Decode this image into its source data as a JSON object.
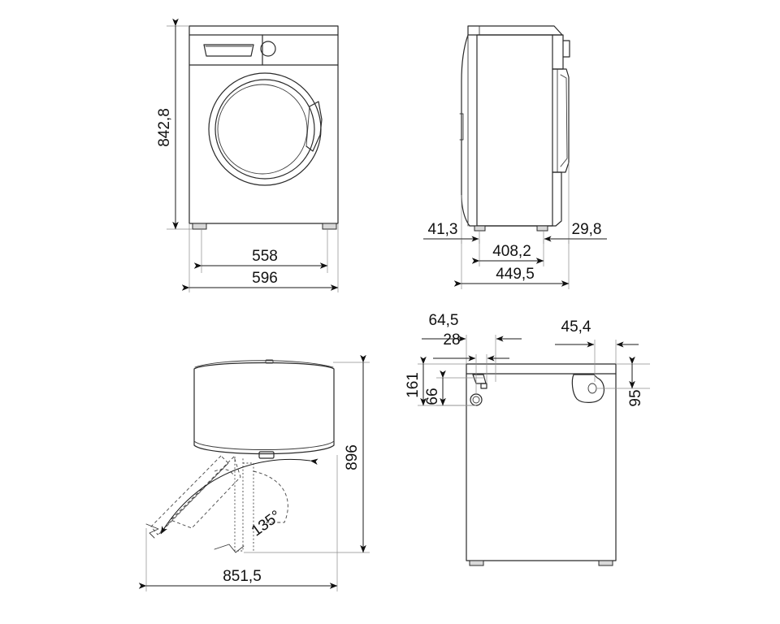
{
  "document": {
    "type": "technical-dimension-drawing",
    "subject": "front-loading washing machine",
    "units": "mm",
    "line_color": "#2a2a2a",
    "dimension_color": "#111111",
    "extension_line_color": "#8c8c8c",
    "background": "#ffffff"
  },
  "views": {
    "front": {
      "name": "front-view",
      "dimensions": {
        "height": "842,8",
        "body_width": "558",
        "overall_width": "596"
      },
      "features": {
        "detergent_drawer": "detergent-drawer",
        "knob": "control-knob",
        "porthole": "door-porthole",
        "handle": "door-handle-recess"
      }
    },
    "side": {
      "name": "side-view",
      "dimensions": {
        "front_overhang": "41,3",
        "foot_span": "408,2",
        "rear_overhang": "29,8",
        "overall_depth": "449,5"
      }
    },
    "top": {
      "name": "top-view-door-open",
      "dimensions": {
        "depth_with_door": "896",
        "width_with_door_open": "851,5",
        "door_opening_angle": "135°"
      }
    },
    "rear": {
      "name": "rear-view",
      "dimensions": {
        "inlet_offset_outer": "64,5",
        "inlet_offset_inner": "28",
        "drain_height_outer": "161",
        "drain_height_inner": "66",
        "cable_offset": "45,4",
        "cable_height": "95"
      },
      "features": {
        "water_inlet": "water-inlet-valve",
        "drain_hose": "drain-hose-port",
        "power_cable": "power-cable-clip"
      }
    }
  },
  "labels": {
    "front_height": "842,8",
    "front_body_width": "558",
    "front_overall_width": "596",
    "side_front_overhang": "41,3",
    "side_foot_span": "408,2",
    "side_rear_overhang": "29,8",
    "side_overall_depth": "449,5",
    "top_depth": "896",
    "top_width_open": "851,5",
    "top_angle": "135°",
    "rear_64_5": "64,5",
    "rear_28": "28",
    "rear_161": "161",
    "rear_66": "66",
    "rear_45_4": "45,4",
    "rear_95": "95"
  }
}
